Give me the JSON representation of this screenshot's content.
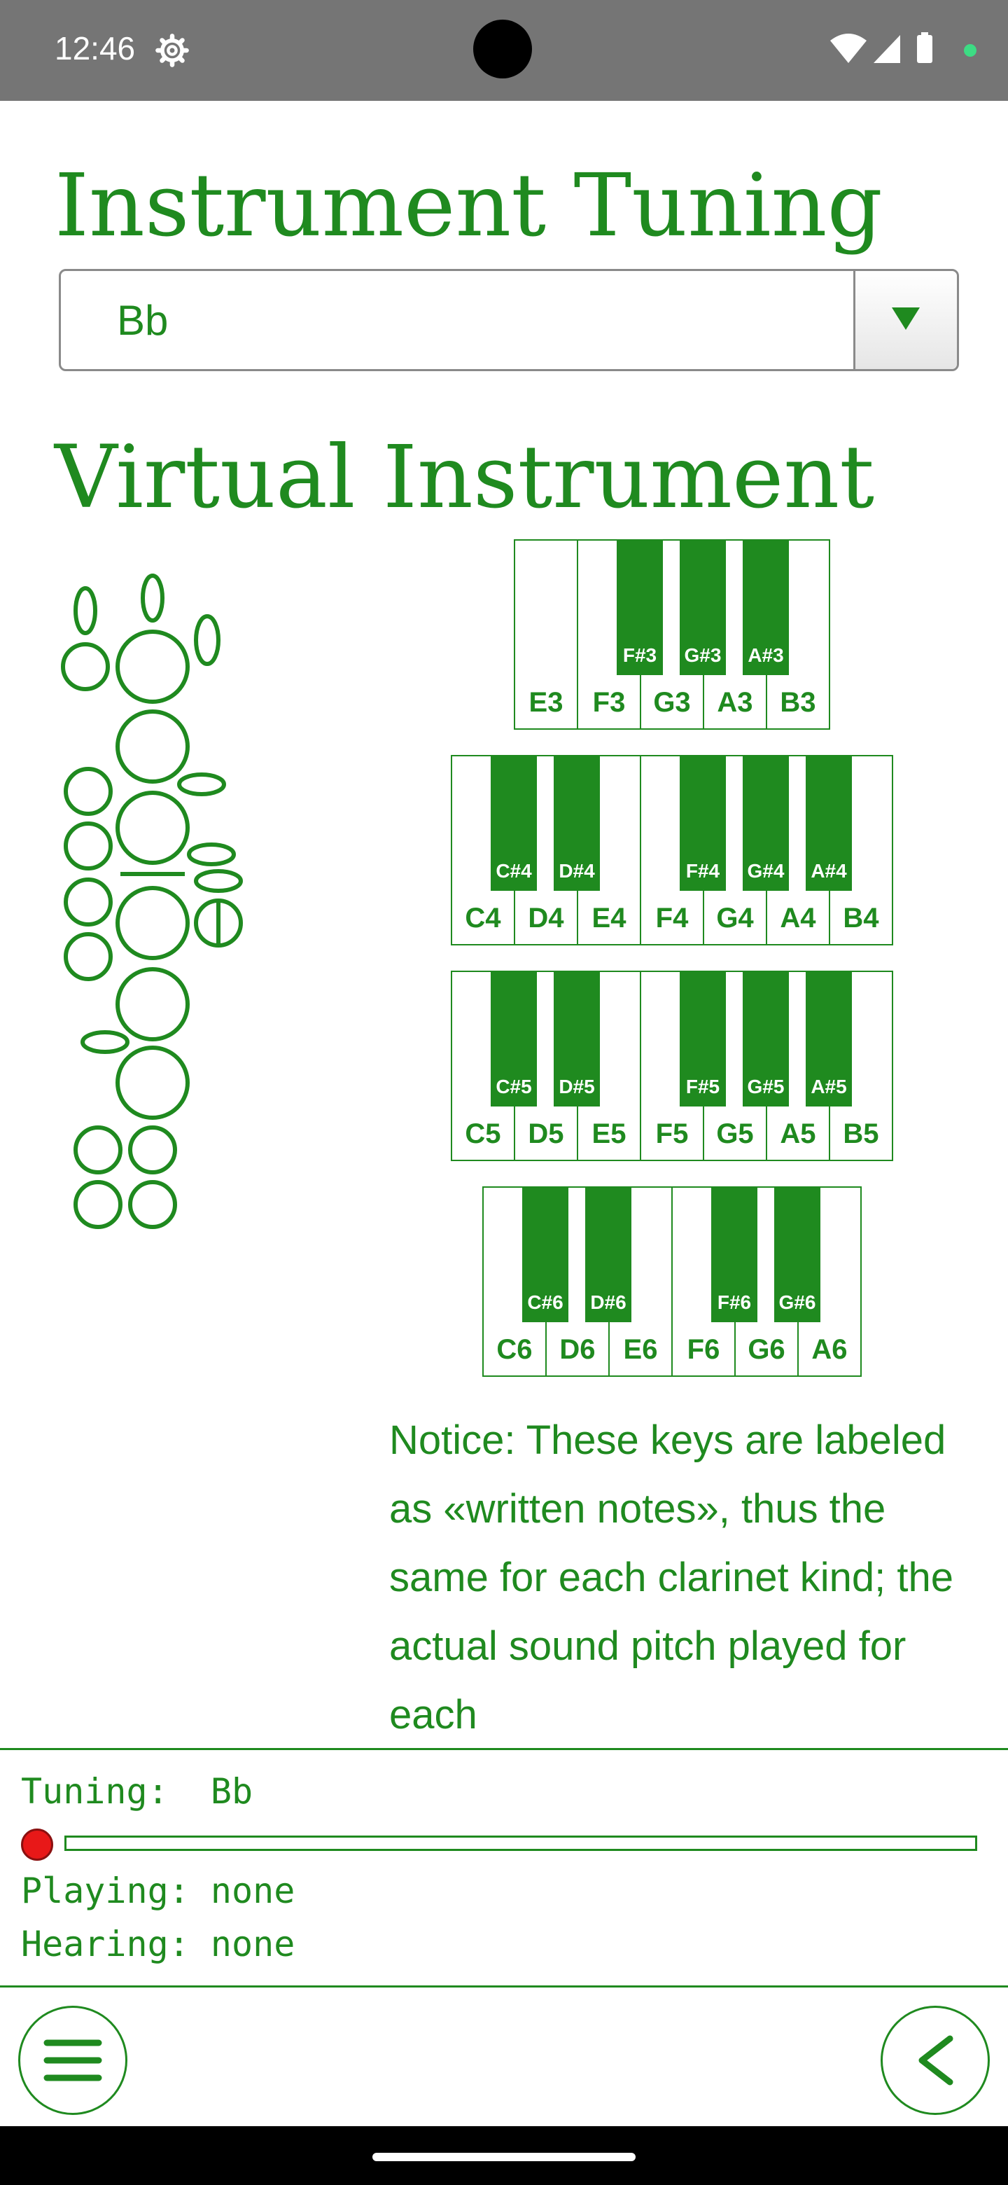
{
  "status_bar": {
    "time": "12:46",
    "icons": [
      "settings-icon",
      "wifi-icon",
      "signal-icon",
      "battery-icon",
      "notification-dot-icon"
    ]
  },
  "tuning_section": {
    "title": "Instrument Tuning",
    "selected": "Bb"
  },
  "instrument_section": {
    "title": "Virtual Instrument"
  },
  "keyboards": [
    {
      "white": [
        "E3",
        "F3",
        "G3",
        "A3",
        "B3"
      ],
      "black": [
        "F#3",
        "G#3",
        "A#3"
      ]
    },
    {
      "white": [
        "C4",
        "D4",
        "E4",
        "F4",
        "G4",
        "A4",
        "B4"
      ],
      "black": [
        "C#4",
        "D#4",
        "F#4",
        "G#4",
        "A#4"
      ]
    },
    {
      "white": [
        "C5",
        "D5",
        "E5",
        "F5",
        "G5",
        "A5",
        "B5"
      ],
      "black": [
        "C#5",
        "D#5",
        "F#5",
        "G#5",
        "A#5"
      ]
    },
    {
      "white": [
        "C6",
        "D6",
        "E6",
        "F6",
        "G6",
        "A6"
      ],
      "black": [
        "C#6",
        "D#6",
        "F#6",
        "G#6"
      ]
    }
  ],
  "notice": "Notice: These keys are labeled as «written notes», thus the same for each clarinet kind; the actual sound pitch played for each",
  "status_panel": {
    "tuning": "Tuning:  Bb",
    "playing": "Playing: none",
    "hearing": "Hearing: none",
    "progress": 0
  },
  "colors": {
    "accent": "#1f8a1f",
    "record": "#e81818",
    "status_bar": "#757575"
  },
  "bottom_bar": {
    "left_icon": "menu-icon",
    "right_icon": "back-icon"
  }
}
